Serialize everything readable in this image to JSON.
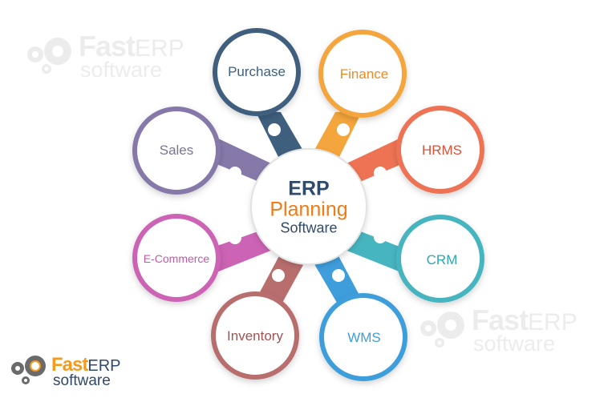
{
  "watermark": {
    "fast": "Fast",
    "erp": "ERP",
    "software": "software"
  },
  "logo": {
    "fast": "Fast",
    "erp": "ERP",
    "software": "software",
    "fast_color": "#f49a1e",
    "erp_color": "#2f4a6b"
  },
  "center": {
    "line1": "ERP",
    "line2": "Planning",
    "line3": "Software"
  },
  "nodes": [
    {
      "label": "Purchase",
      "color": "#3f5f7f"
    },
    {
      "label": "Finance",
      "color": "#f4a53c"
    },
    {
      "label": "HRMS",
      "color": "#ee7354"
    },
    {
      "label": "CRM",
      "color": "#46b5c0"
    },
    {
      "label": "WMS",
      "color": "#3e9edb"
    },
    {
      "label": "Inventory",
      "color": "#b96e6e"
    },
    {
      "label": "E-Commerce",
      "color": "#cc63b4"
    },
    {
      "label": "Sales",
      "color": "#8679aa"
    }
  ]
}
